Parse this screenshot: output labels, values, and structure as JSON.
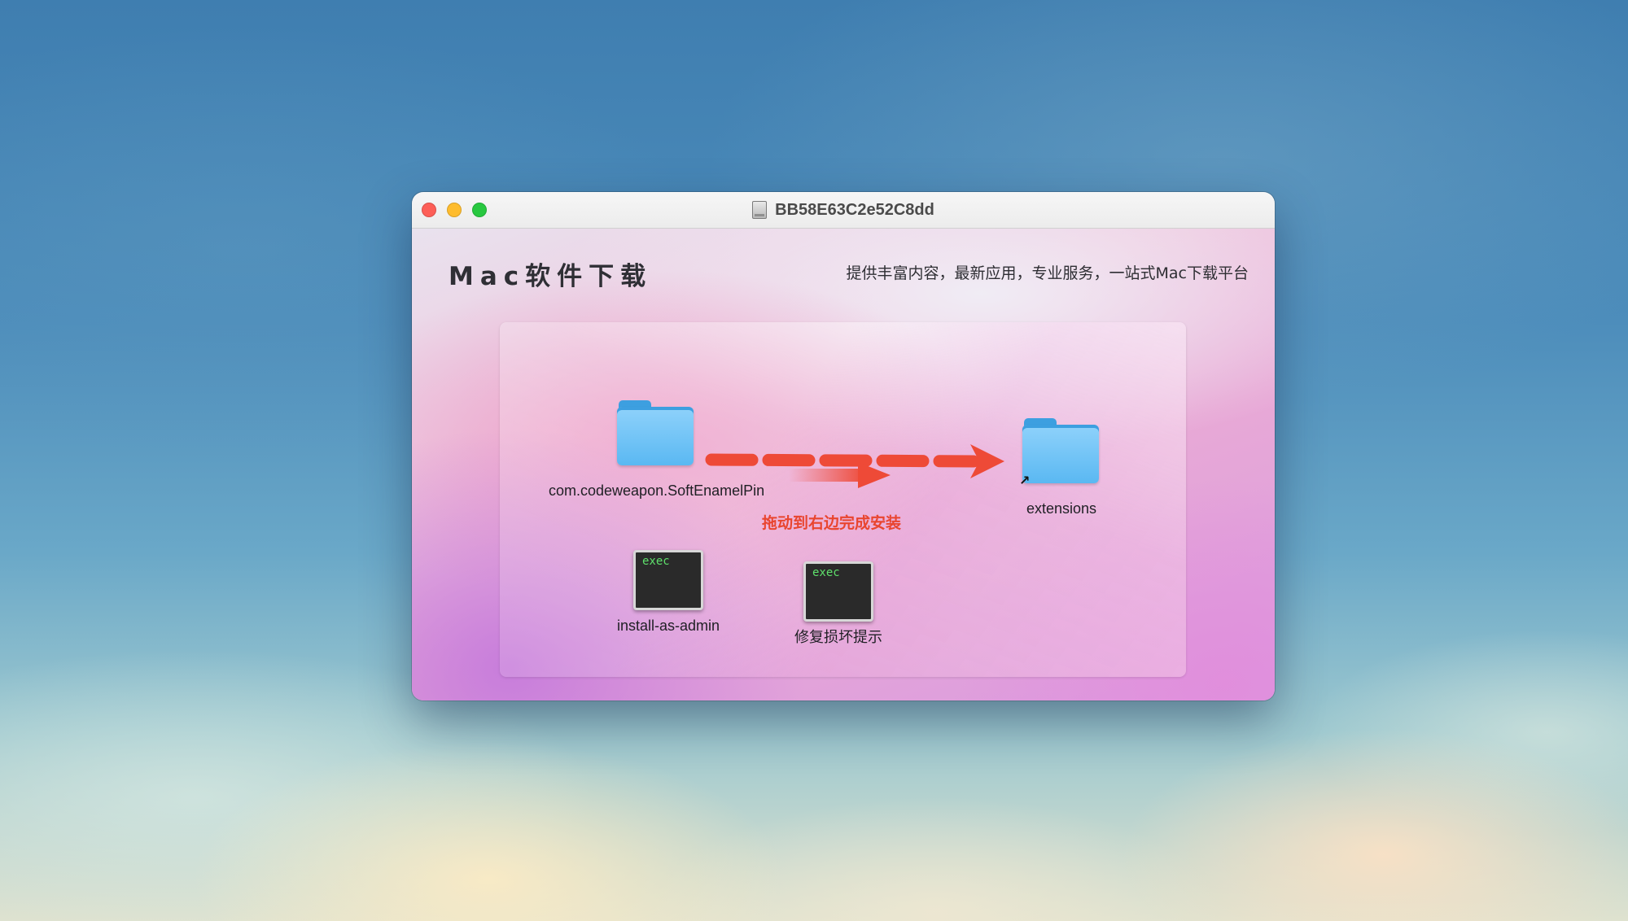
{
  "window": {
    "title": "BB58E63C2e52C8dd",
    "disk_icon": "disk-image-icon"
  },
  "header": {
    "brand": "Mac软件下载",
    "tagline": "提供丰富内容，最新应用，专业服务，一站式Mac下载平台"
  },
  "items": {
    "source_folder_label": "com.codeweapon.SoftEnamelPin",
    "target_folder_label": "extensions",
    "install_admin_label": "install-as-admin",
    "repair_label": "修复损坏提示",
    "exec_badge": "exec"
  },
  "instructions": {
    "drag_hint": "拖动到右边完成安装"
  },
  "colors": {
    "close": "#fd5f57",
    "minimize": "#febc2e",
    "maximize": "#28c840",
    "arrow": "#ee4a37",
    "hint_text": "#e9452f"
  }
}
